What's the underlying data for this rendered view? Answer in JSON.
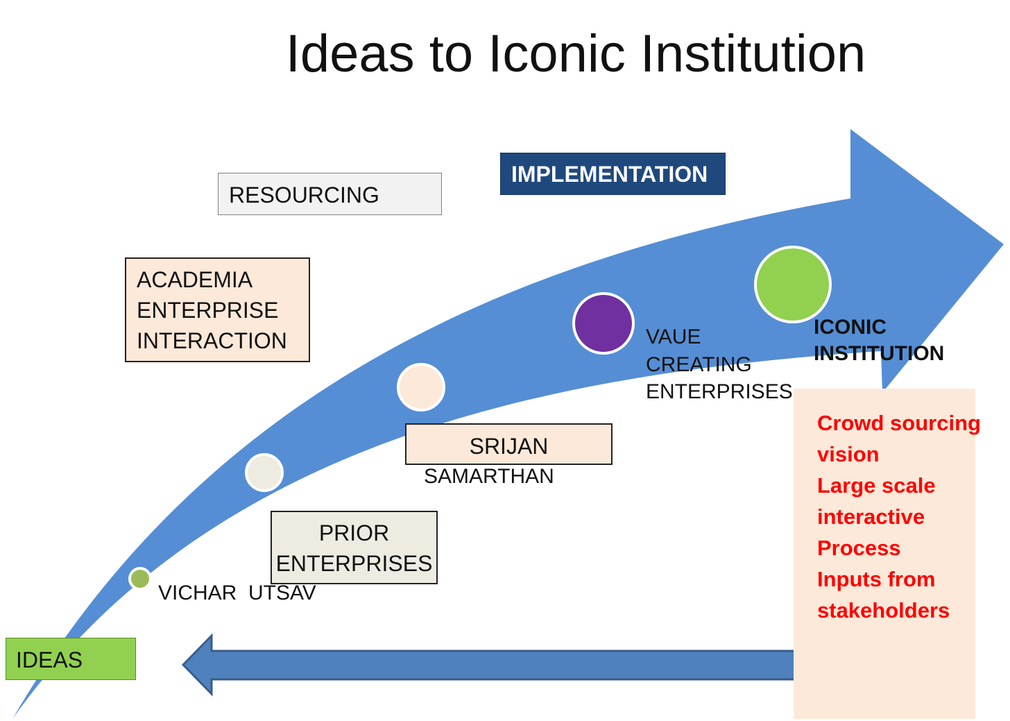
{
  "title": "Ideas to Iconic Institution",
  "colors": {
    "arrow_blue": "#558ed5",
    "back_arrow": "#4f81bd",
    "back_arrow_border": "#385d8a",
    "implementation_bg": "#1f497d",
    "ideas_bg": "#92d050",
    "peach": "#fde9d9",
    "light_gray": "#f2f2f2",
    "beige": "#eeece1",
    "red_text": "#ff0000",
    "purple": "#7030a0",
    "green": "#92d050",
    "olive_green": "#9bbb59"
  },
  "boxes": {
    "resourcing": "RESOURCING",
    "implementation": "IMPLEMENTATION",
    "academia": [
      "ACADEMIA",
      "ENTERPRISE",
      "INTERACTION"
    ],
    "srijan": "SRIJAN",
    "prior": [
      "PRIOR",
      "ENTERPRISES"
    ],
    "ideas": "IDEAS"
  },
  "labels": {
    "samarthan": "SAMARTHAN",
    "vichar_utsav": "VICHAR  UTSAV",
    "value_creating": [
      "VAUE",
      "CREATING",
      "ENTERPRISES"
    ],
    "iconic_institution": [
      "ICONIC",
      "INSTITUTION"
    ]
  },
  "crowd_box": {
    "lines": [
      "Crowd sourcing",
      "vision",
      "Large scale",
      "interactive",
      "Process",
      "Inputs from",
      "stakeholders"
    ]
  }
}
